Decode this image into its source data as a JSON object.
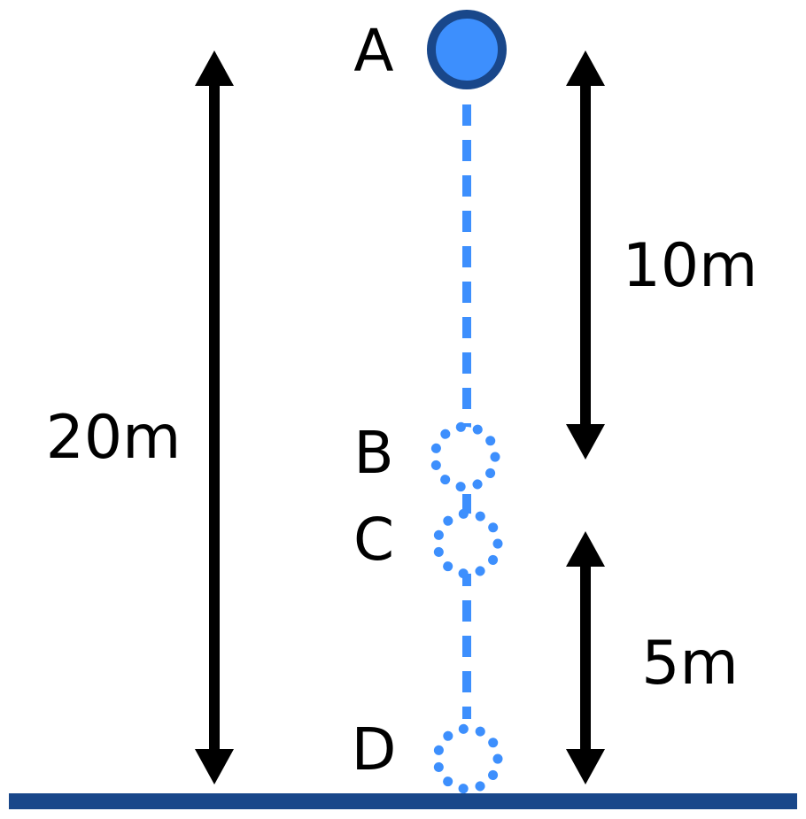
{
  "points": {
    "a": {
      "label": "A"
    },
    "b": {
      "label": "B"
    },
    "c": {
      "label": "C"
    },
    "d": {
      "label": "D"
    }
  },
  "distances": {
    "total": "20m",
    "a_to_b": "10m",
    "c_to_ground": "5m"
  },
  "colors": {
    "ball_fill": "#3d8ffd",
    "ball_outline": "#19478a",
    "path": "#3d8ffd",
    "ground": "#19478a",
    "arrow": "#000000"
  }
}
